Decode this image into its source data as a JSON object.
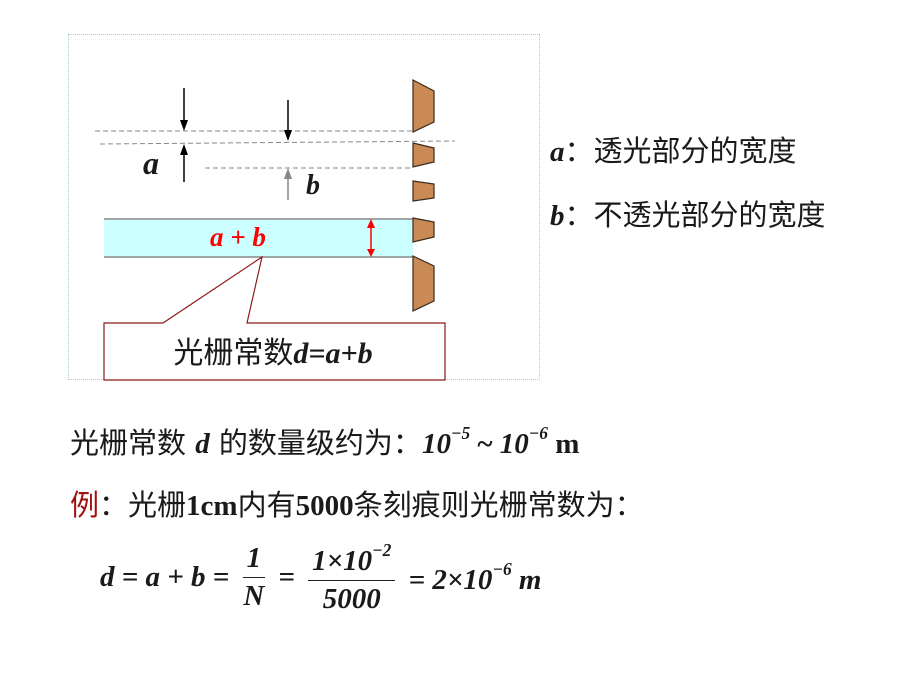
{
  "diagram": {
    "label_a": "a",
    "label_b": "b",
    "label_ab": "a + b",
    "callout": {
      "prefix": "光栅常数",
      "formula": "d=a+b"
    },
    "colors": {
      "slit_fill": "#ccffff",
      "block_fill": "#c98a55",
      "red": "#ff0000",
      "callout_border": "#8b1a1a",
      "frame_border": "#9ccfd6"
    }
  },
  "legend": [
    {
      "var": "a",
      "sep": "：",
      "text": "透光部分的宽度"
    },
    {
      "var": "b",
      "sep": "：",
      "text": "不透光部分的宽度"
    }
  ],
  "lines": {
    "magnitude": {
      "prefix": "光栅常数 ",
      "var": "d",
      "mid": " 的数量级约为：",
      "base1": "10",
      "exp1": "−5",
      "tilde": " ~ ",
      "base2": "10",
      "exp2": "−6",
      "unit": " m"
    },
    "example": {
      "label": "例",
      "colon": "：",
      "text_a": "光栅",
      "num1": "1cm",
      "text_b": "内有",
      "num2": "5000",
      "text_c": "条刻痕则光栅常数为："
    }
  },
  "formula": {
    "lhs": "d = a + b =",
    "frac1_num": "1",
    "frac1_den": "N",
    "eq2": "=",
    "frac2_num_base": "1×10",
    "frac2_num_exp": "−2",
    "frac2_den": "5000",
    "rhs_prefix": "= 2×10",
    "rhs_exp": "−6",
    "rhs_unit": " m"
  }
}
